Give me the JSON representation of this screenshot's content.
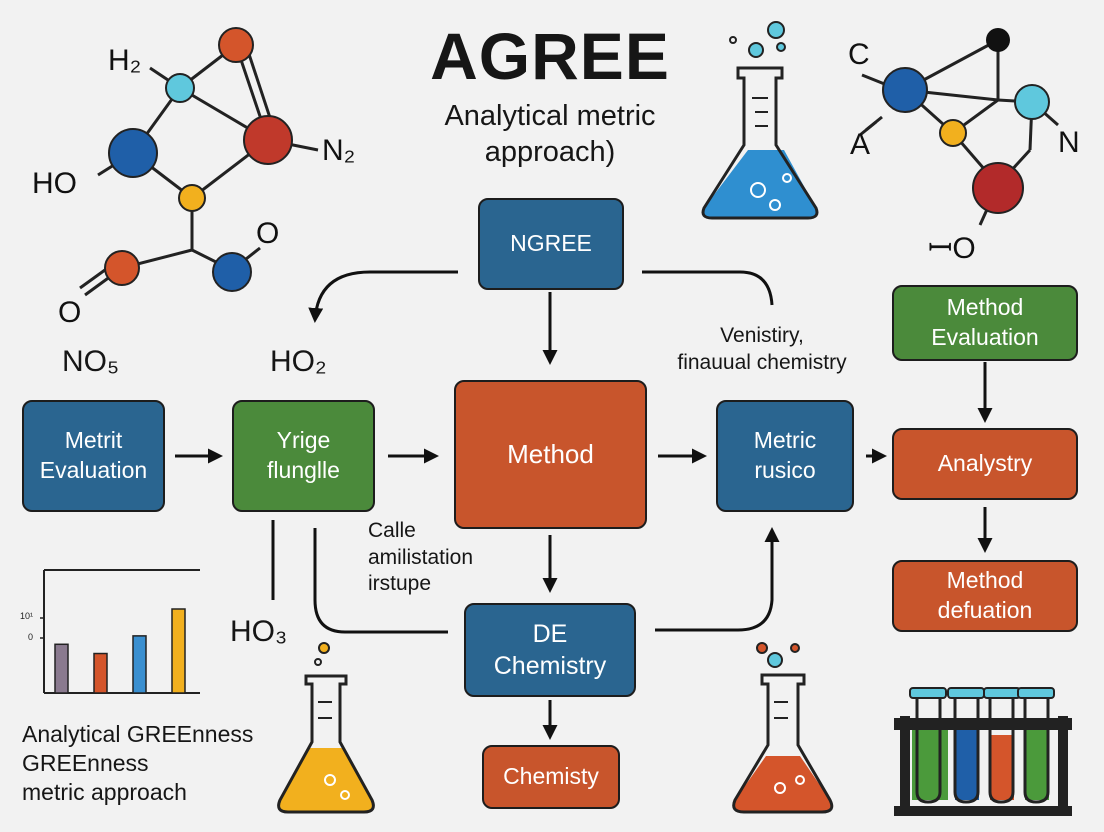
{
  "title": "AGREE",
  "subtitle": "Analytical metric approach)",
  "colors": {
    "blue": "#2a6590",
    "green": "#4b8a3b",
    "orange": "#c8552c",
    "atom_blue": "#1f5fa8",
    "atom_red": "#c0392b",
    "atom_cyan": "#5fc8dd",
    "atom_yellow": "#f2b01e",
    "atom_orange": "#d4552b"
  },
  "boxes": {
    "ngree": "NGREE",
    "metrit_evaluation": "Metrit\nEvaluation",
    "yrige": "Yrige\nflunglle",
    "method": "Method",
    "metric_rusico": "Metric\nrusico",
    "method_evaluation": "Method\nEvaluation",
    "analystry": "Analystry",
    "method_defuation": "Method\ndefuation",
    "de_chemistry": "DE\nChemistry",
    "chemisty": "Chemisty"
  },
  "labels": {
    "no5": "NO₅",
    "ho2": "HO₂",
    "ho3": "HO₃",
    "venistiry": "Venistiry,\nfinauual chemistry",
    "calle": "Calle\namilistation\nirstupe",
    "analytical_greenness": "Analytical GREEnness\nGREEnness\nmetric approach"
  },
  "molecule_left": {
    "h2": "H₂",
    "n2": "N₂",
    "ho": "HO",
    "o_top": "O",
    "o_bottom": "O"
  },
  "molecule_right": {
    "c": "C",
    "a": "A",
    "n": "N",
    "io": "ꟷO"
  },
  "bar_chart": {
    "tick_labels": [
      "10¹",
      "0"
    ],
    "values": [
      0.58,
      0.47,
      0.68,
      1.0
    ],
    "colors": [
      "#8a7a8f",
      "#d4552b",
      "#3a8fd0",
      "#f2b01e"
    ]
  }
}
